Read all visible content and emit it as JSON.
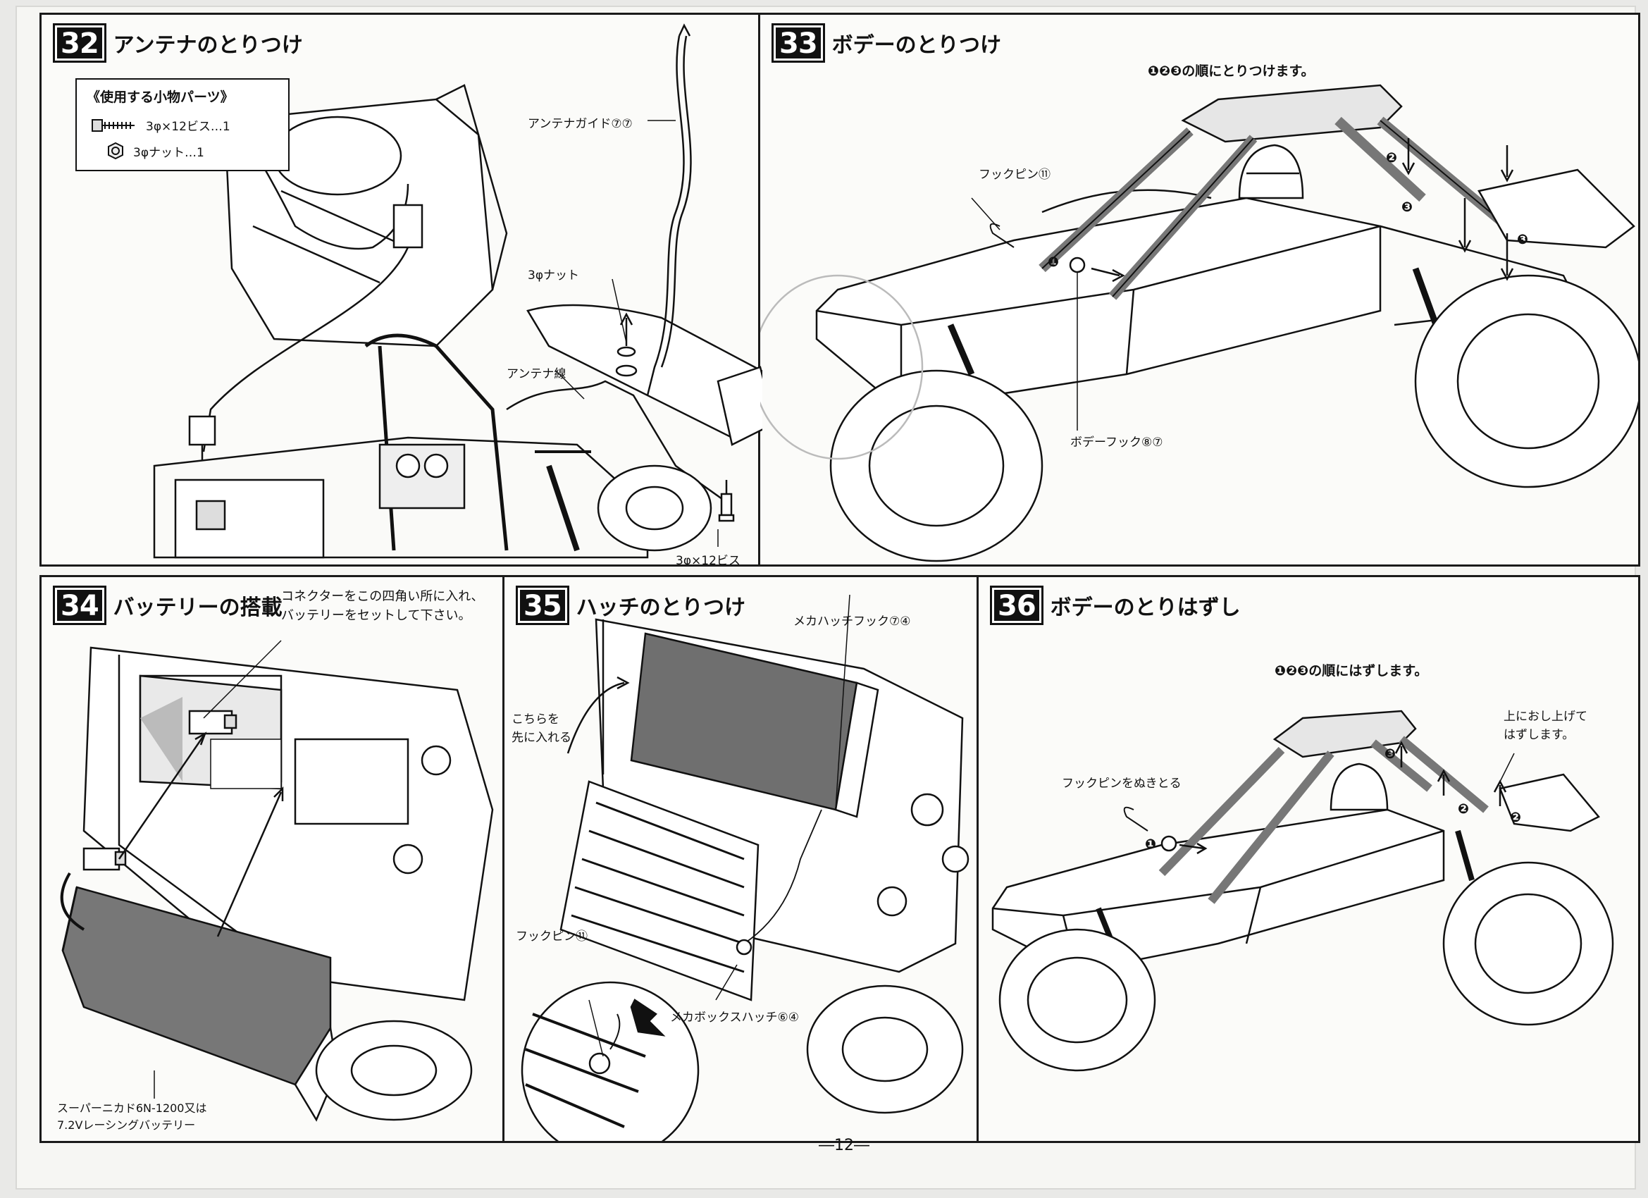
{
  "page": {
    "number": "―12―"
  },
  "steps": {
    "s32": {
      "number": "32",
      "title": "アンテナのとりつけ",
      "parts_title": "《使用する小物パーツ》",
      "parts": [
        "3φ×12ビス…1",
        "3φナット…1"
      ],
      "labels": {
        "guide": "アンテナガイド⑦⑦",
        "nut": "3φナット",
        "wire": "アンテナ線",
        "screw": "3φ×12ビス"
      }
    },
    "s33": {
      "number": "33",
      "title": "ボデーのとりつけ",
      "order": "❶❷❸の順にとりつけます。",
      "labels": {
        "pin": "フックピン⑪",
        "hook": "ボデーフック⑧⑦",
        "n1": "❶",
        "n2": "❷",
        "n3a": "❸",
        "n3b": "❸"
      }
    },
    "s34": {
      "number": "34",
      "title": "バッテリーの搭載",
      "note_lines": [
        "コネクターをこの四角い所に入れ、",
        "バッテリーをセットして下さい。"
      ],
      "battery_lines": [
        "スーパーニカド6N-1200又は",
        "7.2Vレーシングバッテリー"
      ]
    },
    "s35": {
      "number": "35",
      "title": "ハッチのとりつけ",
      "labels": {
        "hook": "メカハッチフック⑦④",
        "first_a": "こちらを",
        "first_b": "先に入れる",
        "pin": "フックピン⑪",
        "hatch": "メカボックスハッチ⑥④"
      }
    },
    "s36": {
      "number": "36",
      "title": "ボデーのとりはずし",
      "order": "❶❷❸の順にはずします。",
      "labels": {
        "pin": "フックピンをぬきとる",
        "lift_a": "上におし上げて",
        "lift_b": "はずします。",
        "n1": "❶",
        "n2a": "❷",
        "n2b": "❷",
        "n3": "❸"
      }
    }
  }
}
